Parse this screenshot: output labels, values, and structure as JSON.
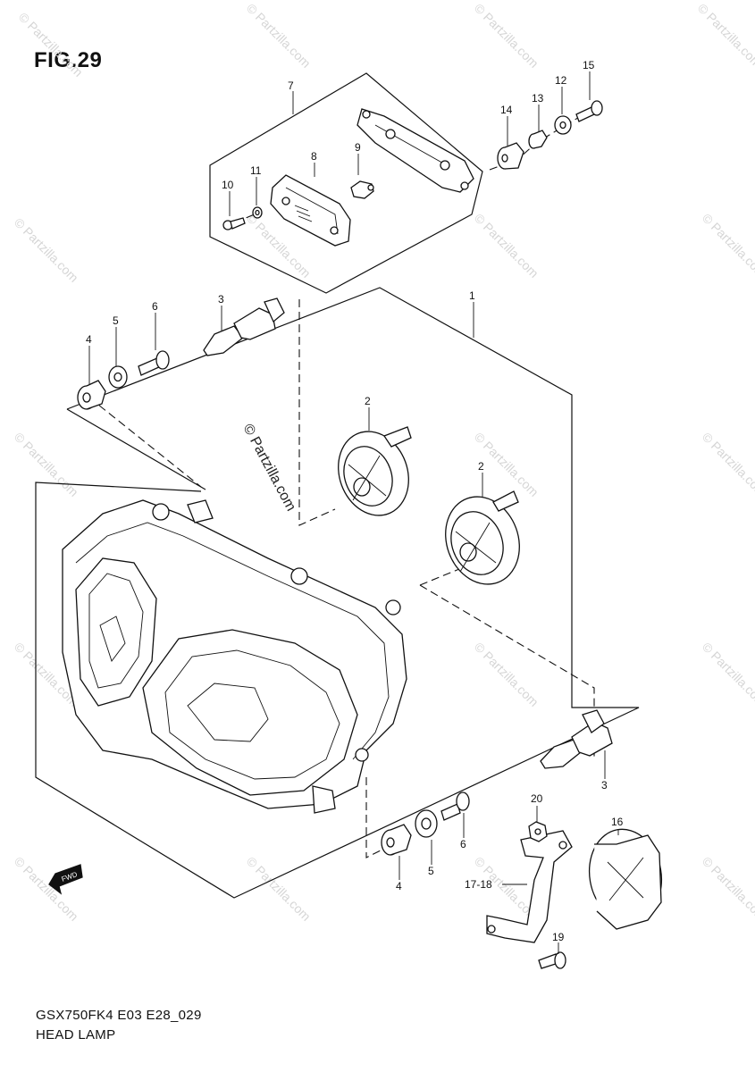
{
  "figure_title": "FIG.29",
  "model_code": "GSX750FK4 E03 E28_029",
  "section_title": "HEAD LAMP",
  "watermark": "© Partzilla.com",
  "fwd_label": "FWD",
  "callouts": {
    "c1": "1",
    "c2a": "2",
    "c2b": "2",
    "c3a": "3",
    "c3b": "3",
    "c4a": "4",
    "c4b": "4",
    "c5a": "5",
    "c5b": "5",
    "c6a": "6",
    "c6b": "6",
    "c7": "7",
    "c8": "8",
    "c9": "9",
    "c10": "10",
    "c11": "11",
    "c12": "12",
    "c13": "13",
    "c14": "14",
    "c15": "15",
    "c16": "16",
    "c1718": "17-18",
    "c19": "19",
    "c20": "20"
  }
}
